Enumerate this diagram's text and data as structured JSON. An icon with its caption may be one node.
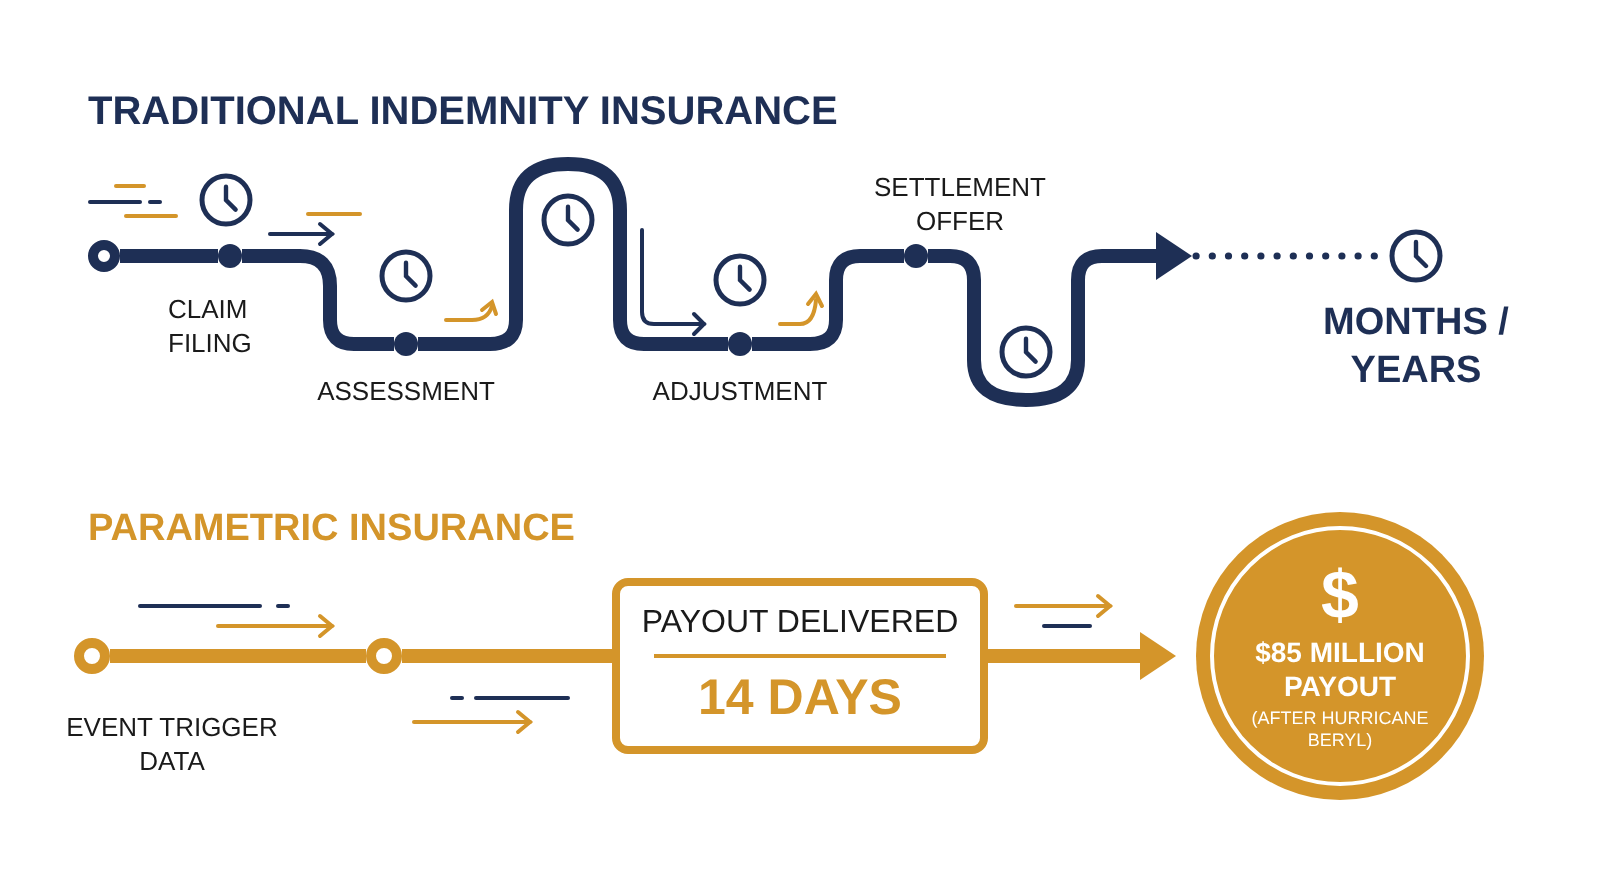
{
  "diagram": {
    "nodes": [
      {
        "text": [],
        "shape": "circle"
      },
      {
        "text": [],
        "shape": "circle",
        "beside": [
          "CLAIM FILING"
        ]
      },
      {
        "text": [],
        "shape": "circle",
        "beside": [
          "ASSESSMENT"
        ]
      },
      {
        "text": [],
        "shape": "circle",
        "beside": [
          "ADJUSTMENT"
        ]
      },
      {
        "text": [],
        "shape": "circle",
        "beside": [
          "SETTLEMENT OFFER"
        ]
      },
      {
        "text": [],
        "shape": "clock",
        "beside": [
          "MONTHS / YEARS"
        ]
      },
      {
        "text": [],
        "shape": "circle",
        "beside": [
          "EVENT TRIGGER DATA"
        ]
      },
      {
        "text": [],
        "shape": "circle"
      },
      {
        "text": [
          "PAYOUT DELIVERED",
          "14 DAYS"
        ]
      },
      {
        "text": [
          "$",
          "$85 MILLION PAYOUT",
          "(AFTER HURRICANE BERYL)"
        ]
      }
    ],
    "edges": [
      {
        "from": 0,
        "to": 1,
        "arrow": "none"
      },
      {
        "from": 1,
        "to": 2,
        "arrow": "none"
      },
      {
        "from": 2,
        "to": 3,
        "arrow": "none"
      },
      {
        "from": 3,
        "to": 4,
        "arrow": "none"
      },
      {
        "from": 4,
        "to": null,
        "arrow": "to"
      },
      {
        "from": null,
        "to": 5,
        "arrow": "none",
        "style": "dashed"
      },
      {
        "from": 6,
        "to": 7,
        "arrow": "none",
        "color": "#d4952a"
      },
      {
        "from": 7,
        "to": 8,
        "arrow": "none",
        "color": "#d4952a"
      },
      {
        "from": 8,
        "to": 9,
        "arrow": "to",
        "color": "#d4952a"
      }
    ],
    "labels": [
      "TRADITIONAL INDEMNITY INSURANCE",
      "PARAMETRIC INSURANCE"
    ]
  }
}
